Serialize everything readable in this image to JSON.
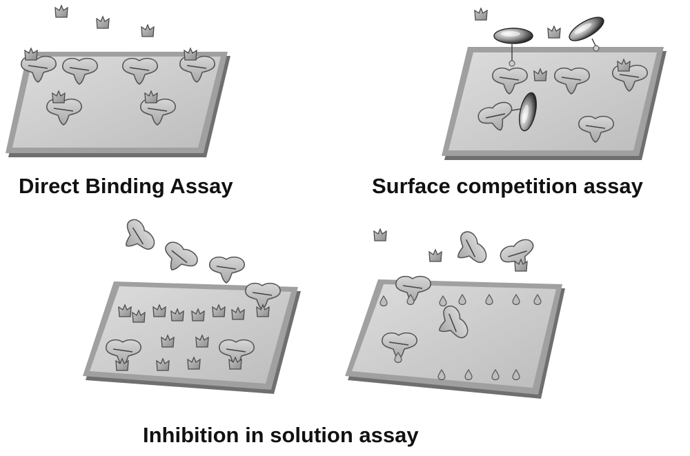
{
  "captions": {
    "direct_binding": "Direct Binding Assay",
    "surface_competition": "Surface competition assay",
    "inhibition_in_solution": "Inhibition in solution assay"
  },
  "colors": {
    "plate_face": "#c9c9c9",
    "plate_edge": "#9a9a9a",
    "plate_shadow": "#6f6f6f",
    "receptor_fill": "#bdbdbd",
    "receptor_stroke": "#555555",
    "ligand_fill": "#a9a9a9",
    "ligand_stroke": "#4a4a4a",
    "label_disc_dark": "#2a2a2a",
    "label_disc_light": "#e8e8e8",
    "caption_text": "#111111"
  },
  "panels": [
    {
      "id": "direct-binding",
      "caption_key": "direct_binding"
    },
    {
      "id": "surface-competition",
      "caption_key": "surface_competition"
    },
    {
      "id": "inhibition-left",
      "caption_key": "inhibition_in_solution"
    },
    {
      "id": "inhibition-right",
      "caption_key": "inhibition_in_solution"
    }
  ]
}
